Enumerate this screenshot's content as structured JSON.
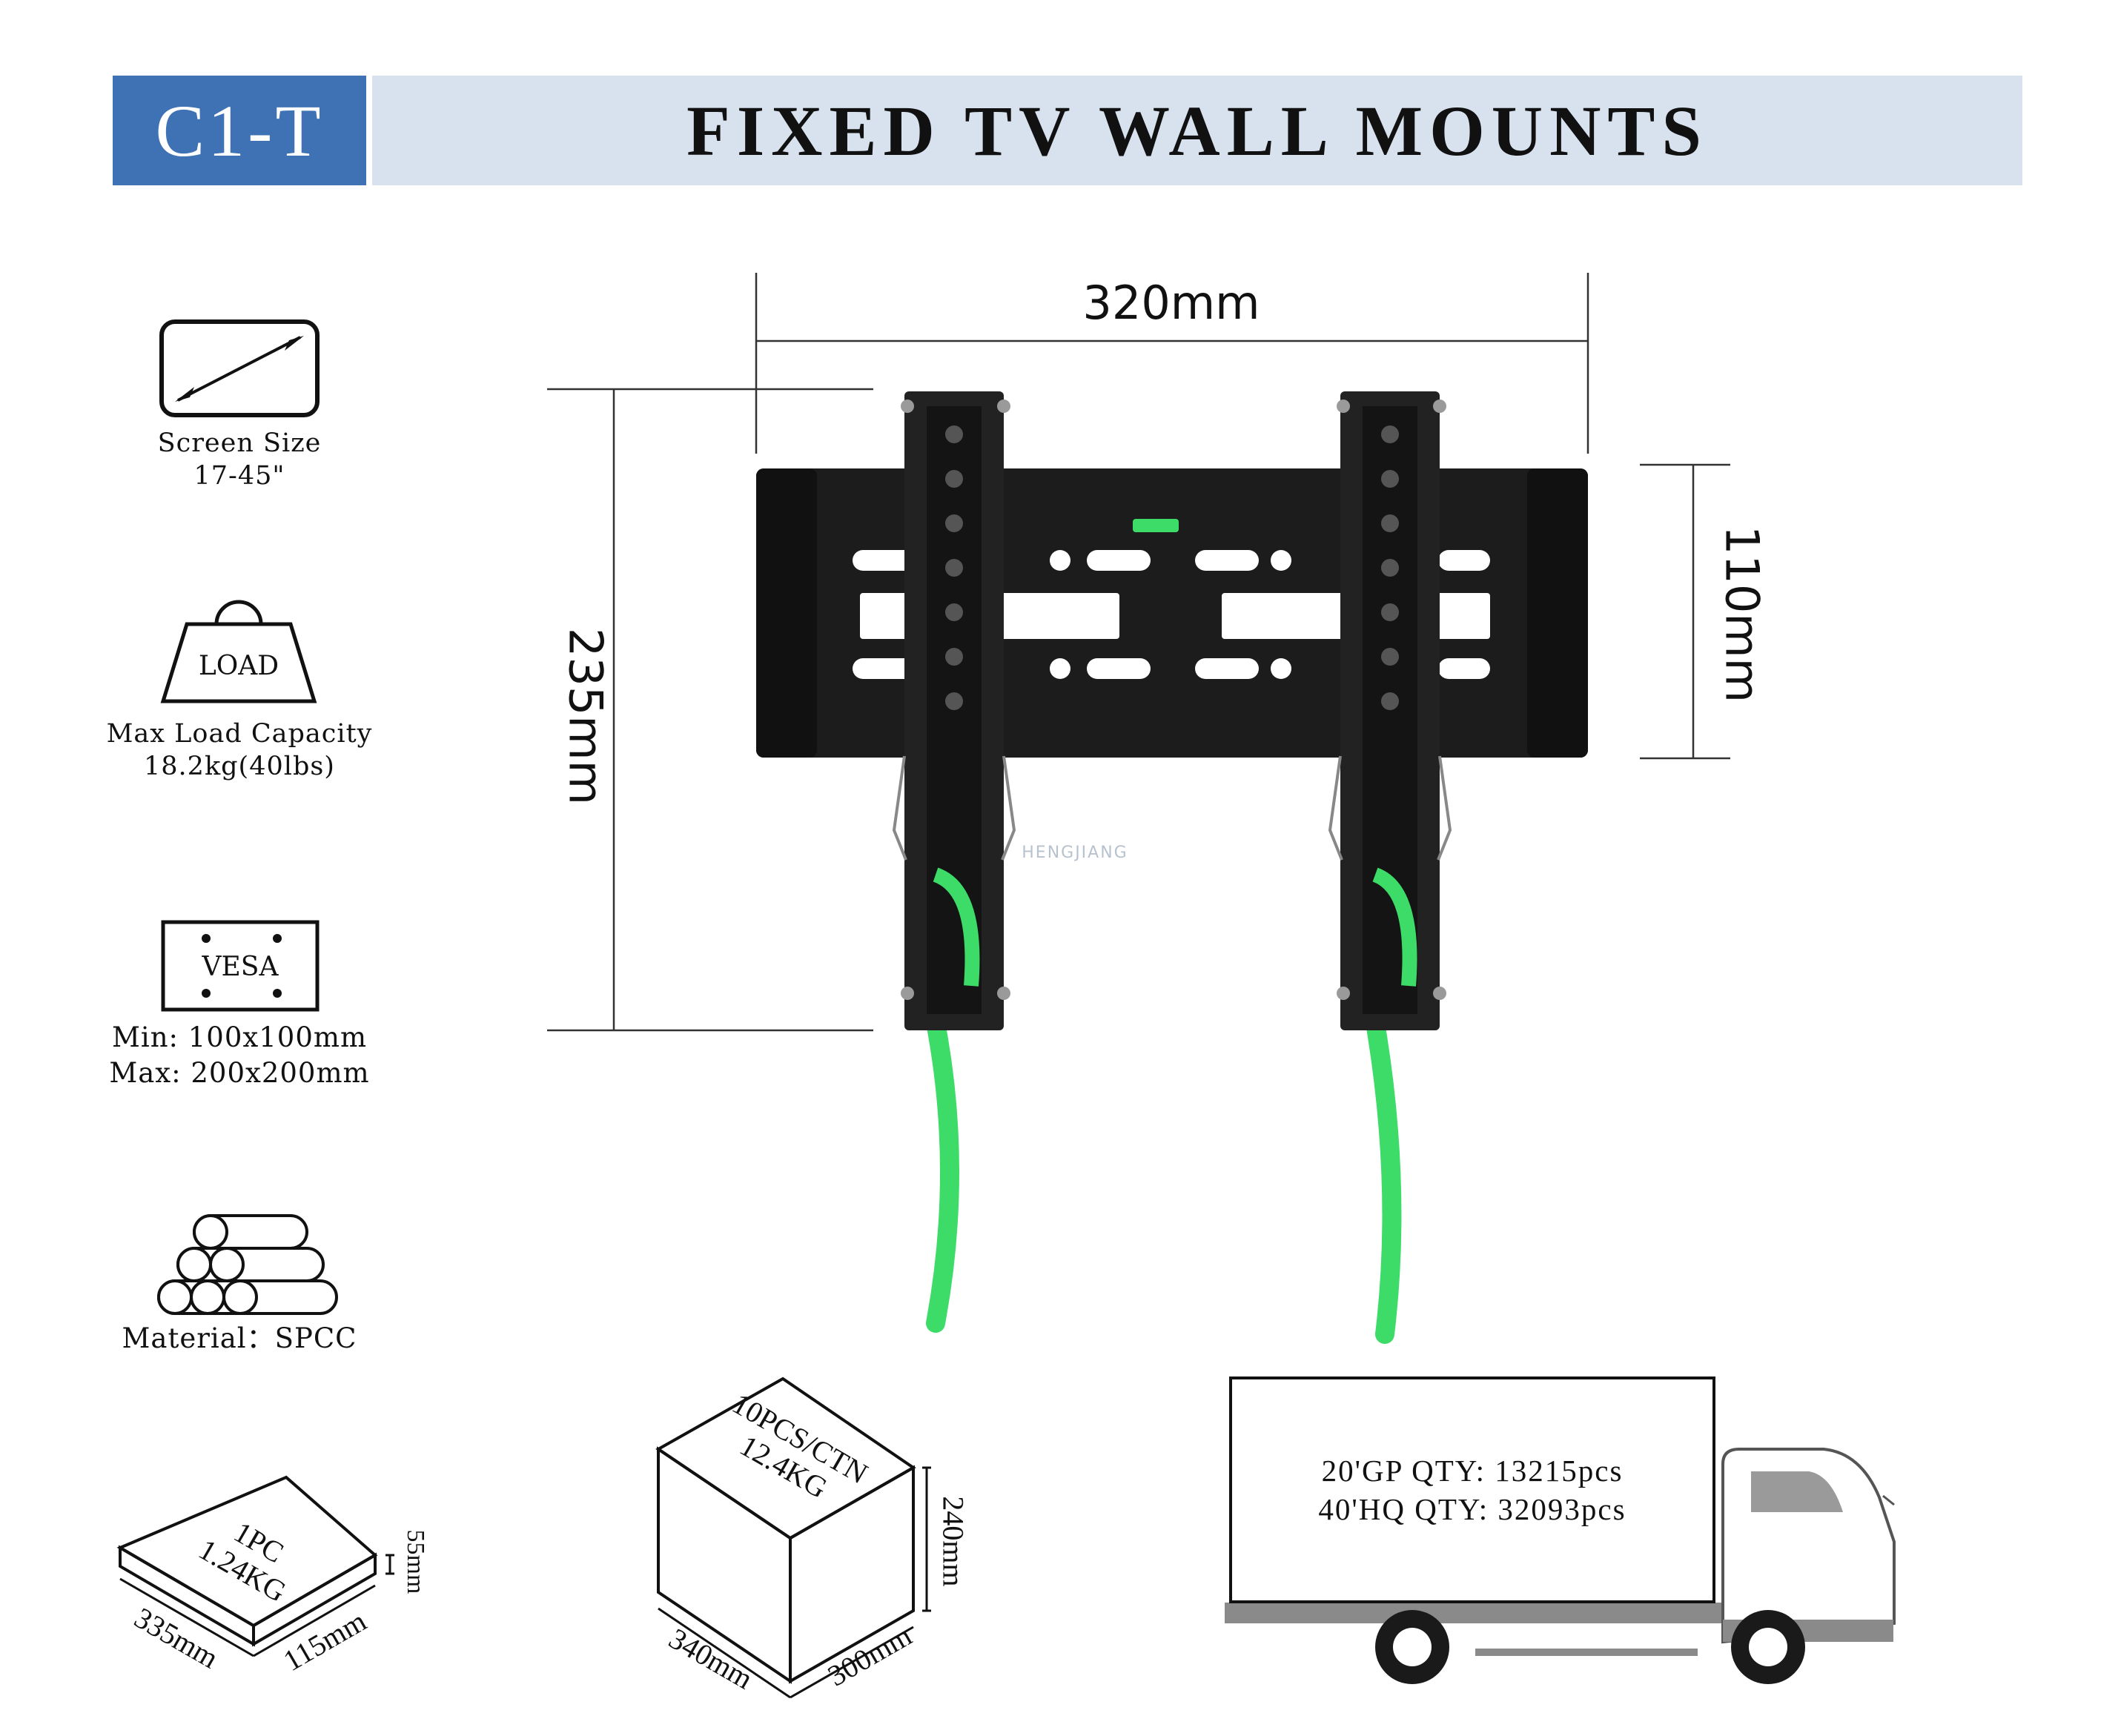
{
  "header": {
    "model": "C1-T",
    "title": "FIXED TV WALL MOUNTS"
  },
  "specs": {
    "screen": {
      "label": "Screen Size",
      "value": "17-45\""
    },
    "load": {
      "icon_text": "LOAD",
      "label": "Max Load Capacity",
      "value": "18.2kg(40lbs)"
    },
    "vesa": {
      "icon_text": "VESA",
      "min": "Min: 100x100mm",
      "max": "Max: 200x200mm"
    },
    "material": {
      "label": "Material：SPCC"
    }
  },
  "dimensions": {
    "width": "320mm",
    "height": "235mm",
    "depth_span": "110mm"
  },
  "watermark": "HENGJIANG",
  "packaging": {
    "single": {
      "line1": "1PC",
      "line2": "1.24KG",
      "length": "335mm",
      "width": "115mm",
      "height": "55mm"
    },
    "carton": {
      "line1": "10PCS/CTN",
      "line2": "12.4KG",
      "length": "340mm",
      "width": "300mm",
      "height": "240mm"
    }
  },
  "shipping": {
    "gp20": "20'GP QTY: 13215pcs",
    "hq40": "40'HQ QTY: 32093pcs"
  },
  "colors": {
    "accent_blue": "#3e72b4",
    "title_bg": "#d7e2ee",
    "strap_green": "#3ddc68",
    "mount_black": "#1c1c1c"
  }
}
